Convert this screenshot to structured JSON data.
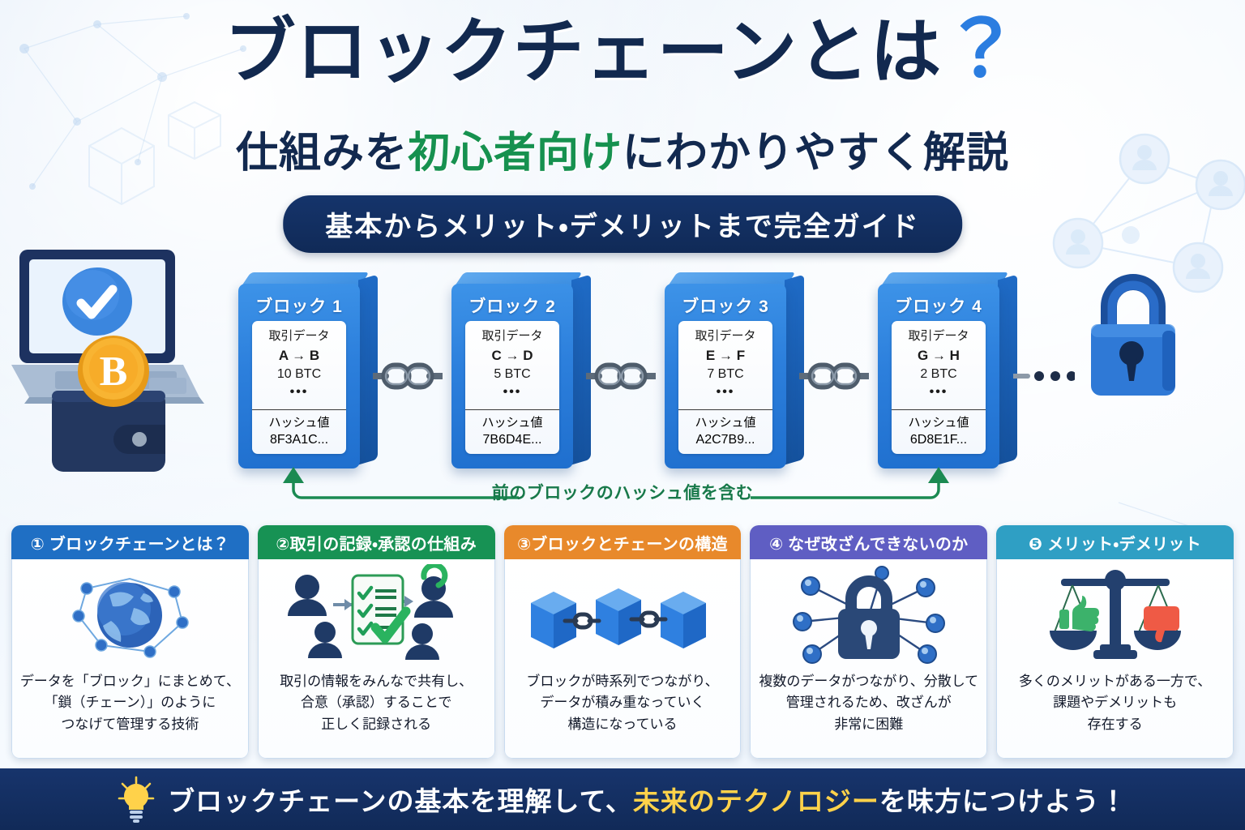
{
  "header": {
    "title_main": "ブロックチェーンとは",
    "title_qmark": "？",
    "subtitle_pre": "仕組みを",
    "subtitle_highlight": "初心者向け",
    "subtitle_post": "にわかりやすく解説",
    "badge": "基本からメリット・デメリットまで完全ガイド"
  },
  "chain": {
    "blocks": [
      {
        "name": "ブロック 1",
        "tx_label": "取引データ",
        "tx_flow": "A → B",
        "tx_amount": "10 BTC",
        "tx_more": "•••",
        "hash_label": "ハッシュ値",
        "hash_value": "8F3A1C..."
      },
      {
        "name": "ブロック 2",
        "tx_label": "取引データ",
        "tx_flow": "C → D",
        "tx_amount": "5 BTC",
        "tx_more": "•••",
        "hash_label": "ハッシュ値",
        "hash_value": "7B6D4E..."
      },
      {
        "name": "ブロック 3",
        "tx_label": "取引データ",
        "tx_flow": "E → F",
        "tx_amount": "7 BTC",
        "tx_more": "•••",
        "hash_label": "ハッシュ値",
        "hash_value": "A2C7B9..."
      },
      {
        "name": "ブロック 4",
        "tx_label": "取引データ",
        "tx_flow": "G → H",
        "tx_amount": "2 BTC",
        "tx_more": "•••",
        "hash_label": "ハッシュ値",
        "hash_value": "6D8E1F..."
      }
    ],
    "feedback_label": "前のブロックのハッシュ値を含む",
    "feedback_color": "#1b8a52"
  },
  "cards": [
    {
      "head": "① ブロックチェーンとは？",
      "head_color": "#1f6fc4",
      "icon": "globe-network-icon",
      "text_lines": [
        "データを「ブロック」にまとめて、",
        "「鎖（チェーン）」のように",
        "つなげて管理する技術"
      ]
    },
    {
      "head": "②取引の記録・承認の仕組み",
      "head_color": "#179254",
      "icon": "consensus-checklist-icon",
      "text_lines": [
        "取引の情報をみんなで共有し、",
        "合意（承認）することで",
        "正しく記録される"
      ]
    },
    {
      "head": "③ブロックとチェーンの構造",
      "head_color": "#e8892b",
      "icon": "linked-cubes-icon",
      "text_lines": [
        "ブロックが時系列でつながり、",
        "データが積み重なっていく",
        "構造になっている"
      ]
    },
    {
      "head": "④ なぜ改ざんできないのか",
      "head_color": "#5f5ec3",
      "icon": "network-lock-icon",
      "text_lines": [
        "複数のデータがつながり、分散して",
        "管理されるため、改ざんが",
        "非常に困難"
      ]
    },
    {
      "head": "❺ メリット・デメリット",
      "head_color": "#2f9fc4",
      "icon": "balance-scale-icon",
      "text_lines": [
        "多くのメリットがある一方で、",
        "課題やデメリットも",
        "存在する"
      ]
    }
  ],
  "footer": {
    "icon": "lightbulb-icon",
    "text_pre": "ブロックチェーンの基本を理解して、",
    "text_highlight": "未来のテクノロジー",
    "text_post": "を味方につけよう！",
    "highlight_color": "#ffd24a",
    "background_color": "#112a58"
  },
  "theme": {
    "navy": "#12294f",
    "blue": "#2b7de0",
    "green": "#16914f",
    "block_blue": "#2c7fdc"
  }
}
